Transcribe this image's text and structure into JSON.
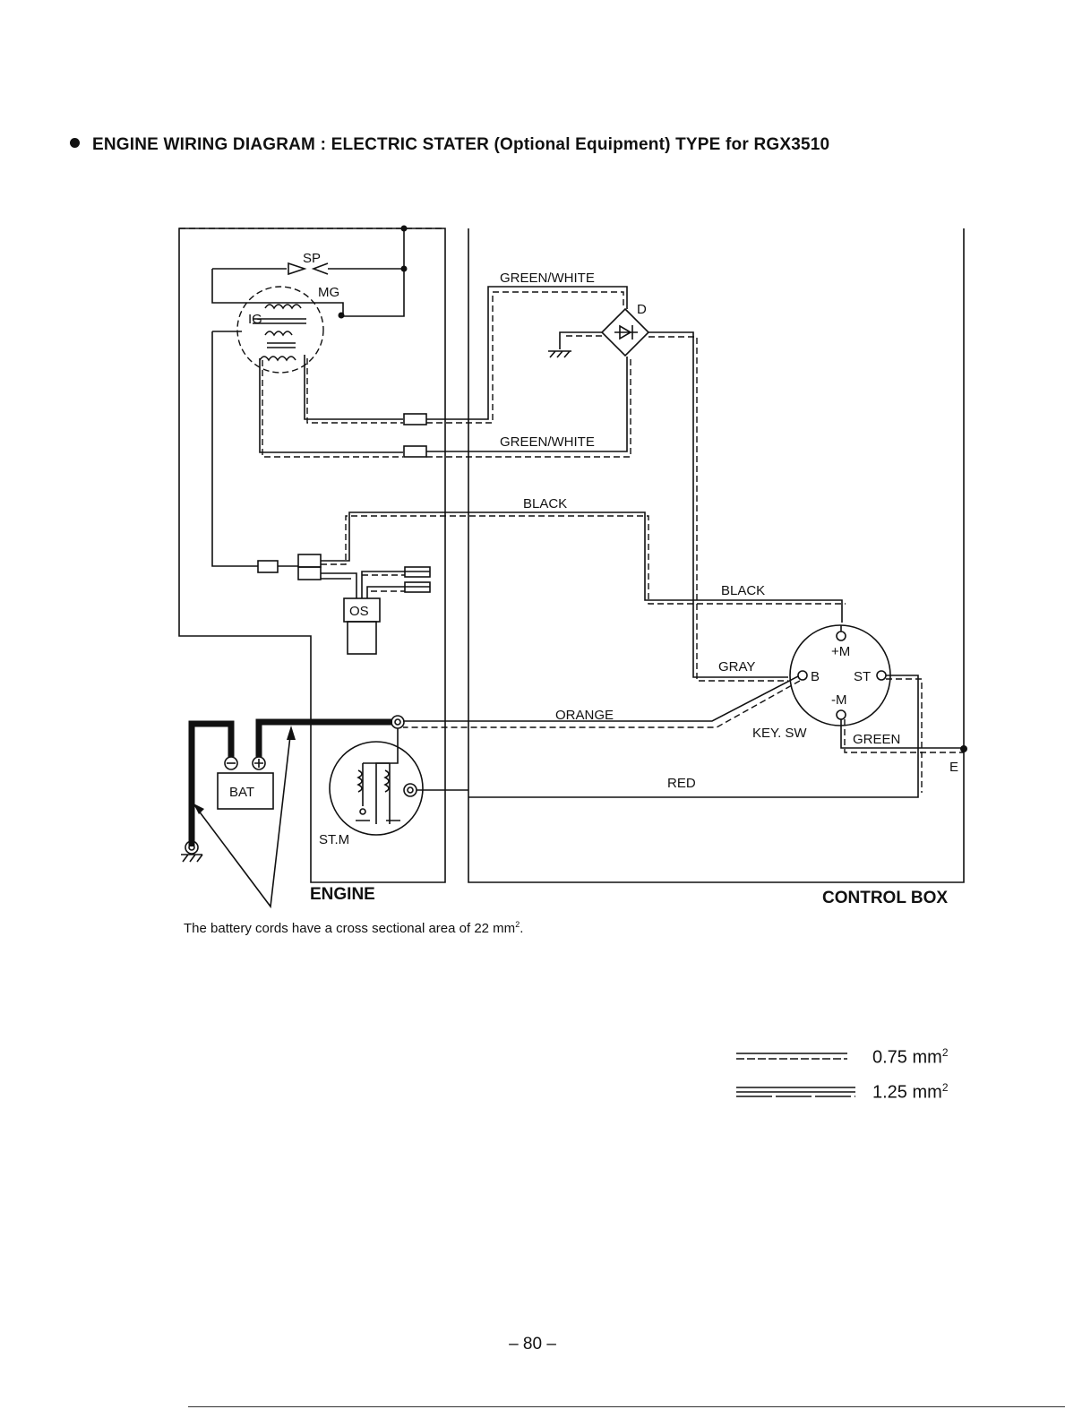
{
  "heading": "ENGINE WIRING DIAGRAM  : ELECTRIC STATER (Optional Equipment) TYPE for RGX3510",
  "labels": {
    "sp": "SP",
    "mg": "MG",
    "ig": "IG",
    "d": "D",
    "green_white_top": "GREEN/WHITE",
    "green_white_bottom": "GREEN/WHITE",
    "black_top": "BLACK",
    "black_right": "BLACK",
    "os": "OS",
    "plus_m": "+M",
    "b": "B",
    "st": "ST",
    "minus_m": "-M",
    "gray": "GRAY",
    "orange": "ORANGE",
    "key_sw": "KEY. SW",
    "green": "GREEN",
    "e": "E",
    "red": "RED",
    "bat": "BAT",
    "stm": "ST.M",
    "engine": "ENGINE",
    "control_box": "CONTROL BOX"
  },
  "note": {
    "text": "The battery cords have a cross sectional area of 22 mm",
    "superscript": "2",
    "end": "."
  },
  "legend": [
    {
      "value": "0.75 mm",
      "sup": "2"
    },
    {
      "value": "1.25 mm",
      "sup": "2"
    }
  ],
  "page_number": "– 80 –"
}
